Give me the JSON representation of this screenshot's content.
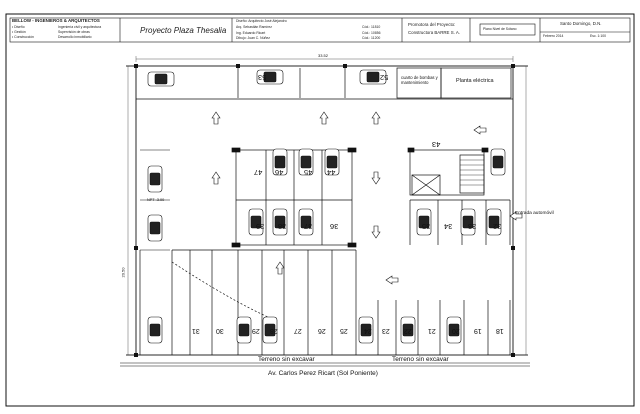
{
  "title_block": {
    "firm_name": "BELLOW - INGENIEROS & ARQUITECTOS",
    "firm_line_1": "• Diseño",
    "firm_line_2": "• Gestión",
    "firm_line_3": "• Construcción",
    "firm_text_1": "Ingeniería civil y arquitectura",
    "firm_text_2": "Supervisión de obras",
    "firm_text_3": "Desarrollo inmobiliario",
    "project_title": "Proyecto Plaza Thesalia",
    "credits_1": "Diseño: Arquitecto José Alejandro",
    "credits_2": "Arq. Sebastián Ramírez",
    "credits_3": "Ing. Eduardo Ricart",
    "credits_4": "Dibujo: Juan C. Núñez",
    "code_1": "Cód.: 11810",
    "code_2": "Cód.: 10856",
    "code_3": "Cód.: 11200",
    "promoter_line_1": "Promotora del Proyecto:",
    "promoter_line_2": "Constructora BARRE S. A.",
    "sheet_name": "Plano Nivel de Sótano",
    "location": "Santo Domingo, D.N.",
    "date": "Febrero 2014",
    "scale": "Esc. 1:100"
  },
  "plan": {
    "street": "Av. Carlos Perez Ricart (Sol Poniente)",
    "no_excavation_left": "Terreno sin excavar",
    "no_excavation_right": "Terreno sin excavar",
    "pump_room": "cuarto de bombas y mantenimiento",
    "electric_room": "Planta eléctrica",
    "entry": "Entrada automóvil",
    "stalls_top": [
      "47",
      "46",
      "45",
      "44",
      "43"
    ],
    "stalls_mid": [
      "39",
      "38",
      "37",
      "36"
    ],
    "stalls_right": [
      "35",
      "34",
      "33",
      "32"
    ],
    "stalls_bottom": [
      "31",
      "30",
      "29",
      "28",
      "27",
      "26",
      "25",
      "24",
      "23",
      "22",
      "21",
      "20",
      "19",
      "18"
    ],
    "stall_top_left": "53",
    "stall_top_right": "52",
    "level_label": "NPT -3.00",
    "dim_total": "33.52",
    "dim_side": "20.50"
  },
  "colors": {
    "ink": "#111111",
    "fill_dark": "#222222",
    "paper": "#ffffff"
  }
}
